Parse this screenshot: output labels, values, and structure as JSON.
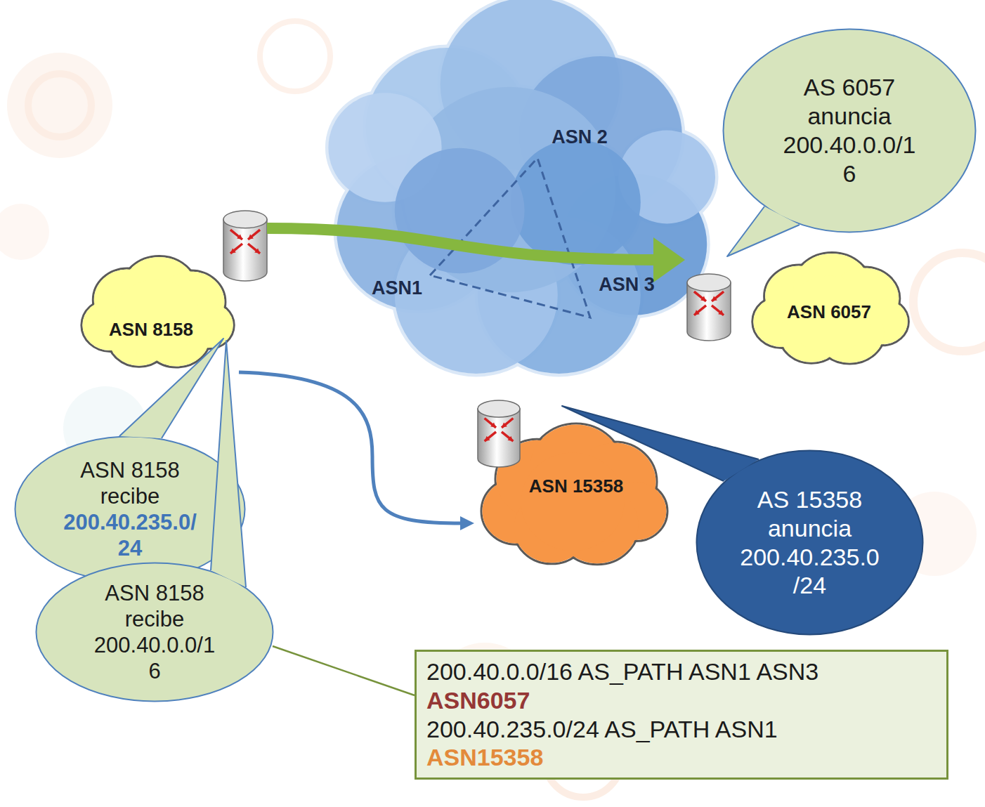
{
  "diagram": {
    "nodes": [
      {
        "text": [
          "AS 6057 anuncia 200.40.0.0/16"
        ]
      },
      {
        "text": [
          "ASN 2",
          "ASN1",
          "ASN 3"
        ]
      },
      {
        "text": [
          "ASN 8158"
        ]
      },
      {
        "text": [
          "ASN 6057"
        ]
      },
      {
        "text": [
          "ASN 15358"
        ]
      },
      {
        "text": [
          "AS 15358 anuncia 200.40.235.0/24"
        ]
      },
      {
        "text": [
          "ASN 8158 recibe",
          "200.40.235.0/24"
        ]
      },
      {
        "text": [
          "ASN 8158 recibe 200.40.0.0/16"
        ]
      },
      {
        "text": [
          "200.40.0.0/16 AS_PATH ASN1 ASN3",
          "ASN6057",
          "200.40.235.0/24 AS_PATH ASN1",
          "ASN15358"
        ]
      }
    ],
    "edges": [
      {
        "from": 2,
        "to": 3,
        "arrow": "to"
      },
      {
        "from": 2,
        "to": 4,
        "arrow": "to"
      },
      {
        "from": 7,
        "to": 8,
        "arrow": "none"
      }
    ]
  }
}
